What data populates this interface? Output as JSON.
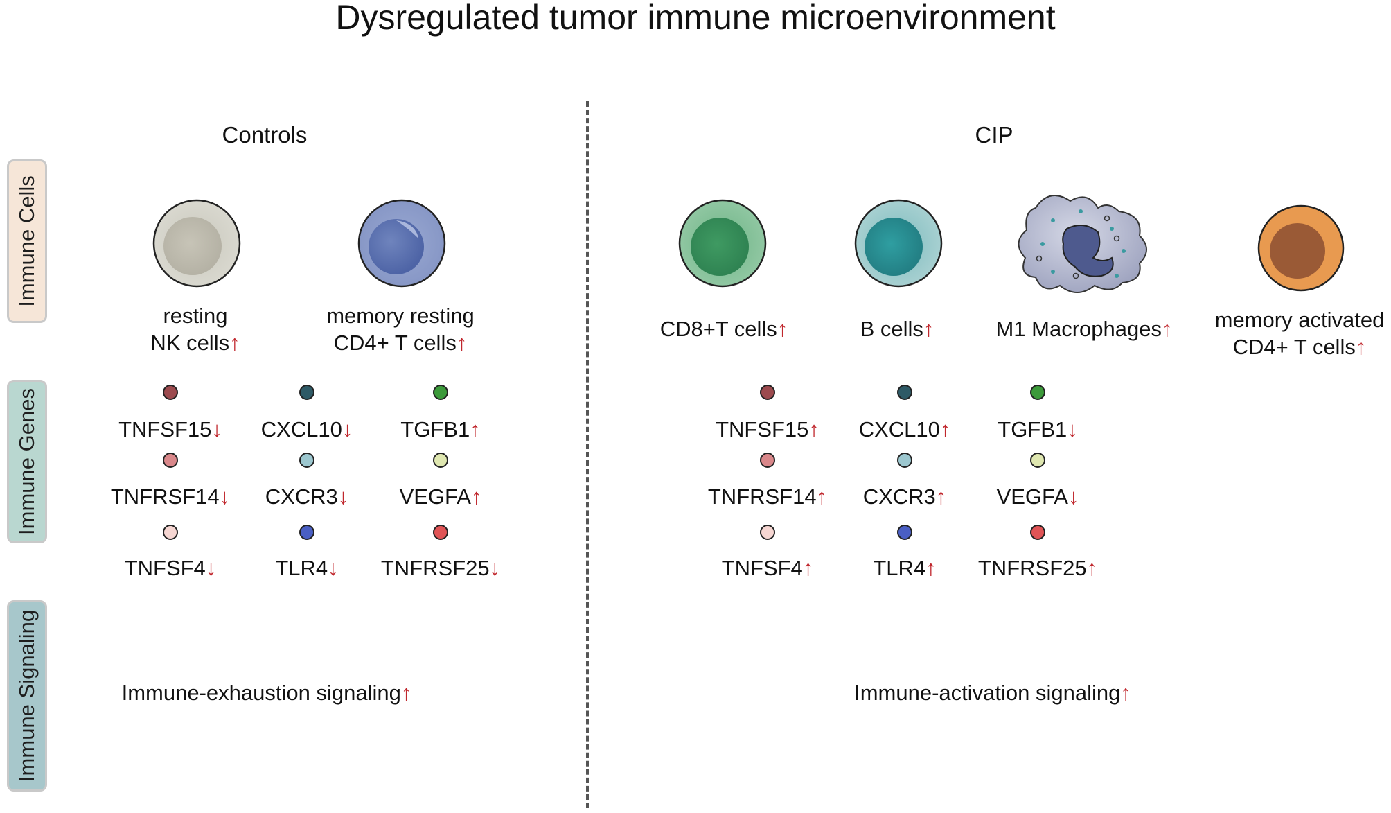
{
  "title": "Dysregulated tumor immune microenvironment",
  "groups": {
    "controls": "Controls",
    "cip": "CIP"
  },
  "sections": {
    "cells": "Immune Cells",
    "genes": "Immune Genes",
    "signaling": "Immune Signaling"
  },
  "colors": {
    "up_arrow": "#c0272d",
    "down_arrow": "#c0272d",
    "nk_cell": "#d6d5cb",
    "memory_resting_cd4": "#8a9cc9",
    "cd8_t": "#4a9a6a",
    "b_cell": "#3f9a9e",
    "m1_macrophage": "#b9bdd2",
    "memory_activated_cd4": "#e89a50",
    "tab_cells": "#f6e6d8",
    "tab_genes": "#b9d7d0",
    "tab_signaling": "#a7c7cb"
  },
  "controls_cells": [
    {
      "line1": "resting",
      "line2": "NK cells",
      "arrow": "↑"
    },
    {
      "line1": "memory resting",
      "line2": "CD4+ T cells",
      "arrow": "↑"
    }
  ],
  "cip_cells": [
    {
      "line1": "",
      "line2": "CD8+T cells",
      "arrow": "↑"
    },
    {
      "line1": "",
      "line2": "B cells",
      "arrow": "↑"
    },
    {
      "line1": "",
      "line2": "M1 Macrophages",
      "arrow": "↑"
    },
    {
      "line1": "memory activated",
      "line2": "CD4+ T cells",
      "arrow": "↑"
    }
  ],
  "controls_genes": [
    {
      "name": "TNFSF15",
      "arrow": "↓",
      "color": "#9c4a4e"
    },
    {
      "name": "CXCL10",
      "arrow": "↓",
      "color": "#2e5a66"
    },
    {
      "name": "TGFB1",
      "arrow": "↑",
      "color": "#3c9a3a"
    },
    {
      "name": "TNFRSF14",
      "arrow": "↓",
      "color": "#d9878a"
    },
    {
      "name": "CXCR3",
      "arrow": "↓",
      "color": "#9cc7cf"
    },
    {
      "name": "VEGFA",
      "arrow": "↑",
      "color": "#dfe7b0"
    },
    {
      "name": "TNFSF4",
      "arrow": "↓",
      "color": "#f6d6d2"
    },
    {
      "name": "TLR4",
      "arrow": "↓",
      "color": "#4a5fc4"
    },
    {
      "name": "TNFRSF25",
      "arrow": "↓",
      "color": "#e05456"
    }
  ],
  "cip_genes": [
    {
      "name": "TNFSF15",
      "arrow": "↑",
      "color": "#9c4a4e"
    },
    {
      "name": "CXCL10",
      "arrow": "↑",
      "color": "#2e5a66"
    },
    {
      "name": "TGFB1",
      "arrow": "↓",
      "color": "#3c9a3a"
    },
    {
      "name": "TNFRSF14",
      "arrow": "↑",
      "color": "#d9878a"
    },
    {
      "name": "CXCR3",
      "arrow": "↑",
      "color": "#9cc7cf"
    },
    {
      "name": "VEGFA",
      "arrow": "↓",
      "color": "#dfe7b0"
    },
    {
      "name": "TNFSF4",
      "arrow": "↑",
      "color": "#f6d6d2"
    },
    {
      "name": "TLR4",
      "arrow": "↑",
      "color": "#4a5fc4"
    },
    {
      "name": "TNFRSF25",
      "arrow": "↑",
      "color": "#e05456"
    }
  ],
  "signaling": {
    "controls": {
      "text": "Immune-exhaustion signaling",
      "arrow": "↑"
    },
    "cip": {
      "text": "Immune-activation signaling",
      "arrow": "↑"
    }
  }
}
